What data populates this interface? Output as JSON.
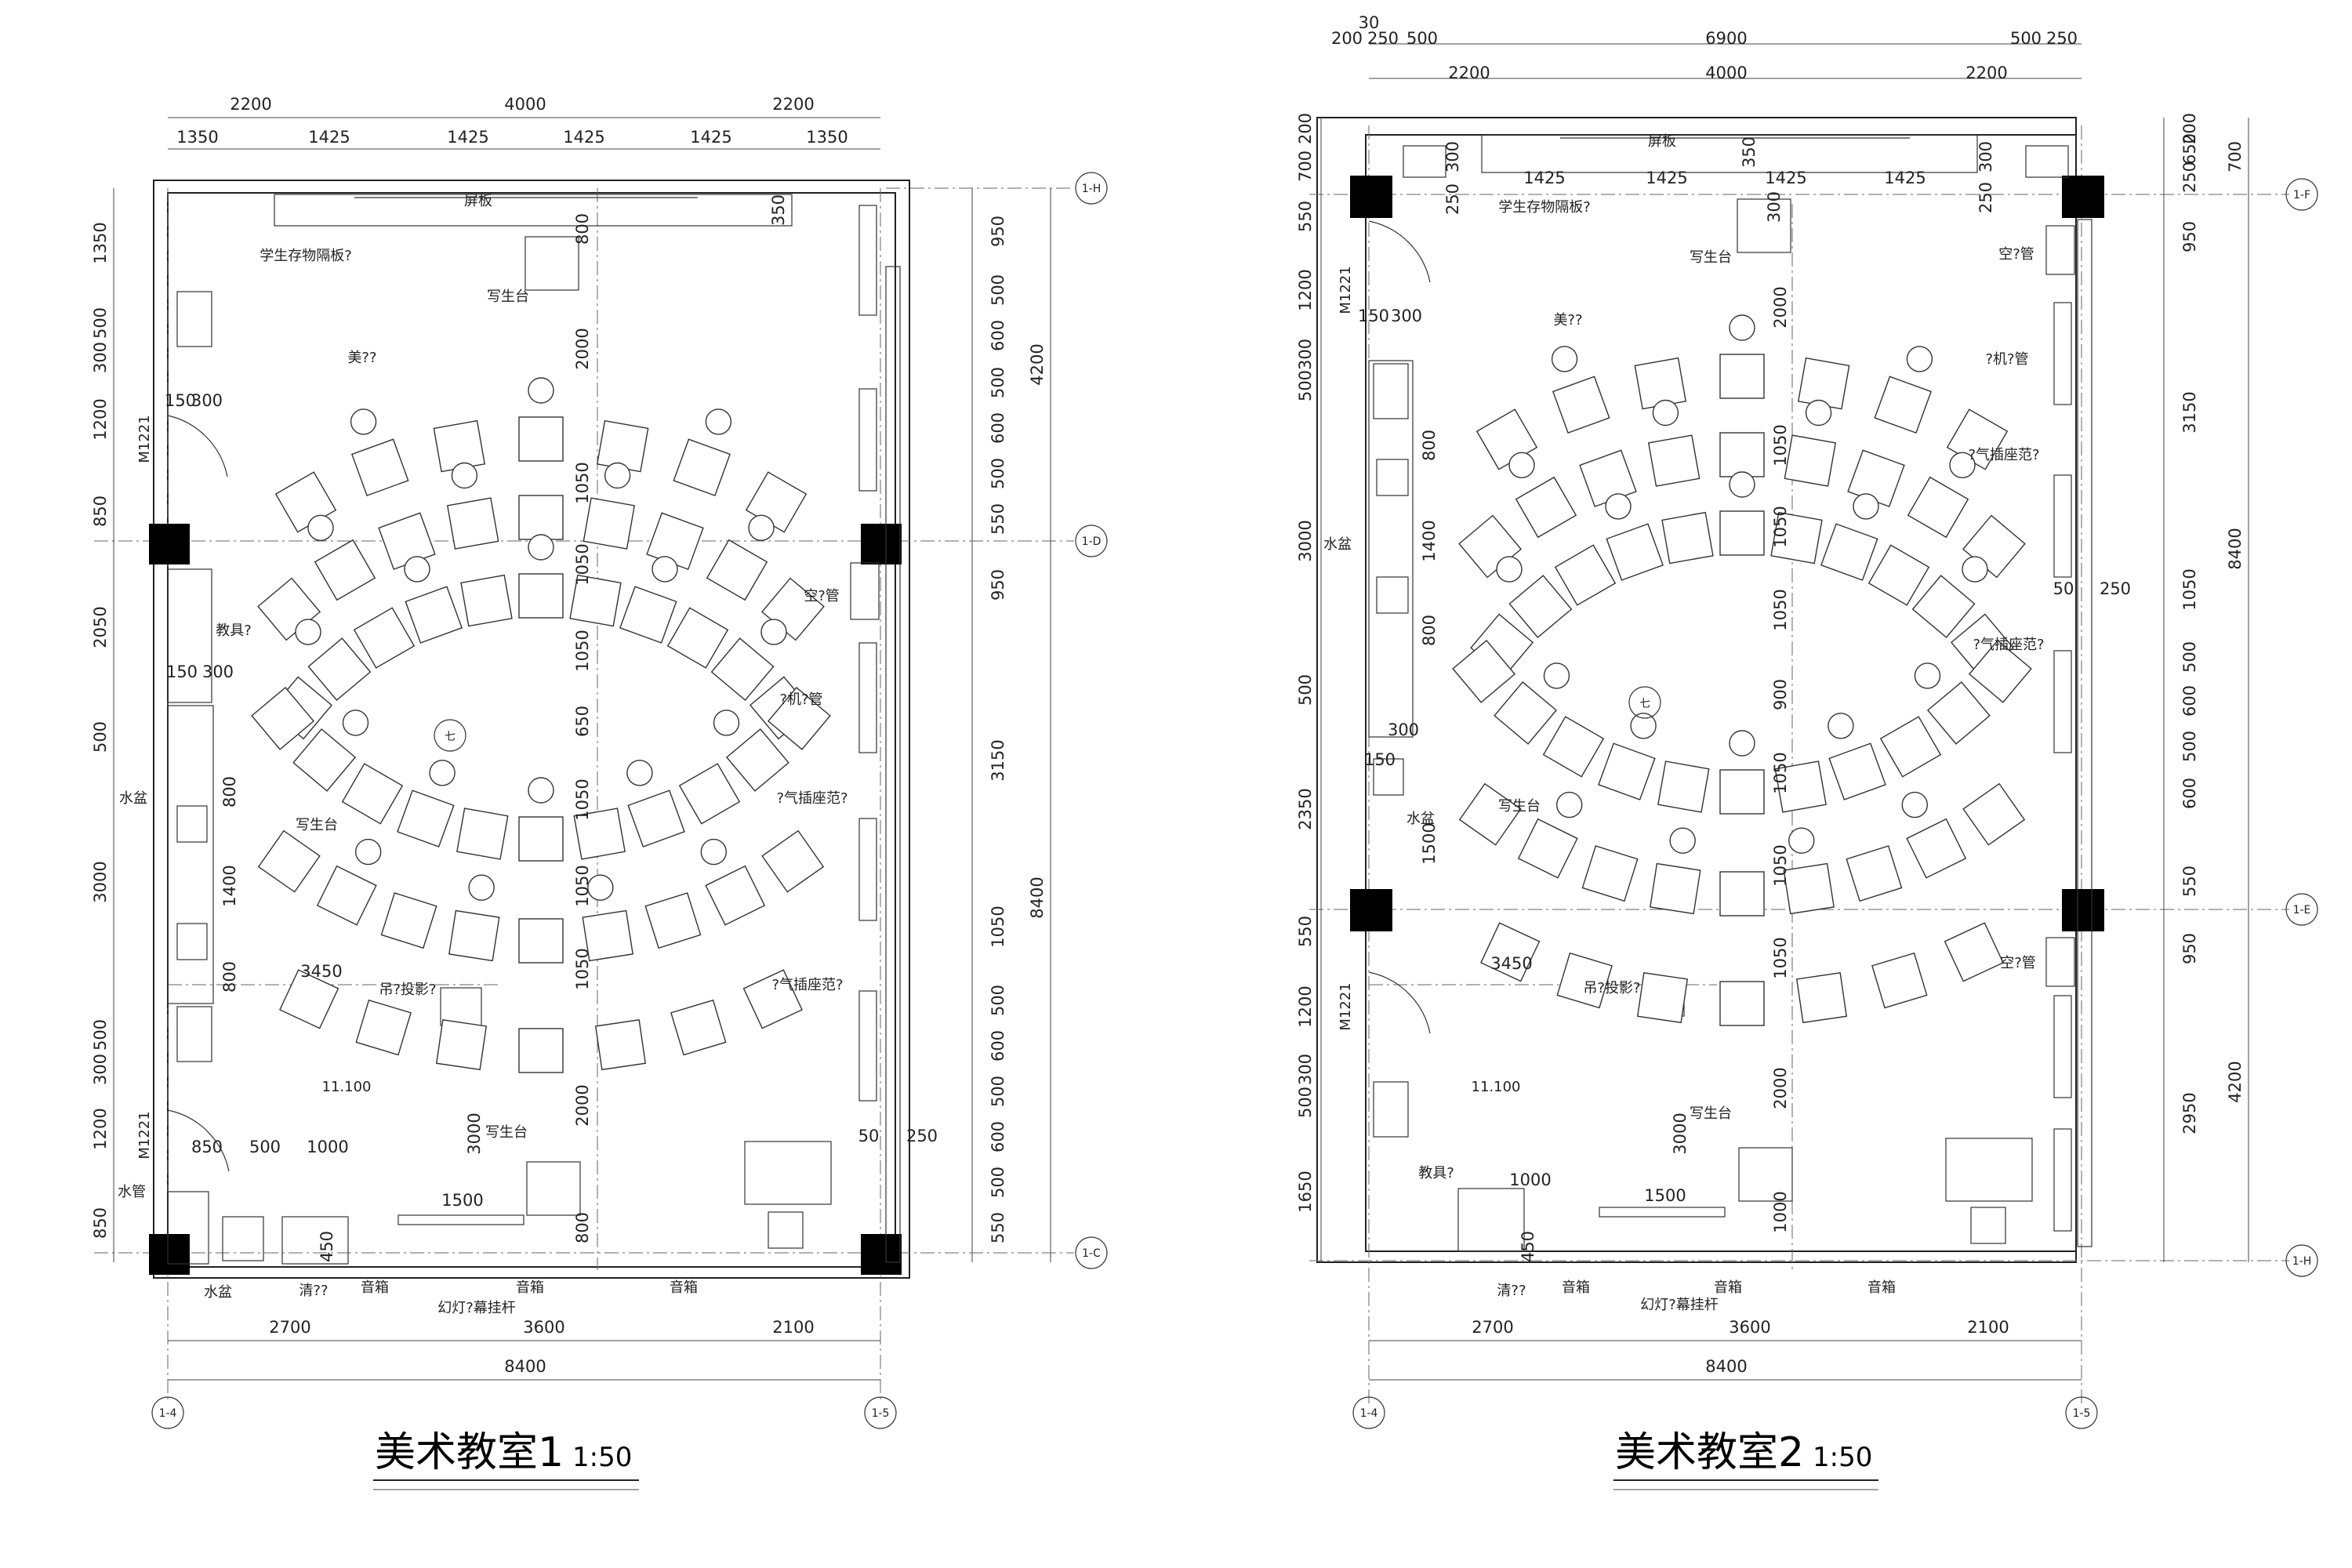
{
  "plans": [
    {
      "title": "美术教室1",
      "scale": "1:50",
      "top_dims_major": [
        "2200",
        "4000",
        "2200"
      ],
      "top_dims_minor": [
        "1350",
        "1425",
        "1425",
        "1425",
        "1425",
        "1350"
      ],
      "bottom_dims_a": [
        "2700",
        "3600",
        "2100"
      ],
      "bottom_dim_total": "8400",
      "left_dims": [
        "1350",
        "500",
        "300",
        "1200",
        "850",
        "2050",
        "500",
        "3000",
        "500",
        "300",
        "1200",
        "850"
      ],
      "right_dims_minor": [
        "950",
        "500",
        "600",
        "500",
        "600",
        "500",
        "550",
        "950",
        "3150",
        "1050",
        "500",
        "600",
        "500",
        "600",
        "500",
        "550"
      ],
      "right_dims_major": [
        "4200",
        "8400"
      ],
      "interior_dims": [
        "150",
        "300",
        "150",
        "300",
        "800",
        "1400",
        "800",
        "800",
        "2000",
        "1050",
        "1050",
        "1050",
        "650",
        "1050",
        "1050",
        "1050",
        "3000",
        "2000",
        "800",
        "3450",
        "350",
        "850",
        "500",
        "1000",
        "450",
        "1500",
        "50",
        "250"
      ],
      "labels": [
        "屏板",
        "学生存物隔板?",
        "写生台",
        "美??",
        "教具?",
        "水盆",
        "写生台",
        "吊?投影?",
        "11.100",
        "写生台",
        "水管",
        "水盆",
        "清??",
        "音箱",
        "幻灯?幕挂杆",
        "音箱",
        "音箱",
        "空?管",
        "?机?管",
        "?气插座范?",
        "?气插座范?",
        "M1221",
        "M1221"
      ],
      "axis_bubbles": [
        "1-H",
        "1-D",
        "1-C",
        "1-4",
        "1-5",
        "七"
      ]
    },
    {
      "title": "美术教室2",
      "scale": "1:50",
      "top_dims_tiny": [
        "30",
        "200",
        "250",
        "500",
        "500",
        "250"
      ],
      "top_dim_total": "6900",
      "top_dims_major": [
        "2200",
        "4000",
        "2200"
      ],
      "top_dims_minor": [
        "1425",
        "1425",
        "1425",
        "1425"
      ],
      "bottom_dims_a": [
        "2700",
        "3600",
        "2100"
      ],
      "bottom_dim_total": "8400",
      "left_dims": [
        "200",
        "700",
        "550",
        "1200",
        "500",
        "300",
        "3000",
        "500",
        "2350",
        "550",
        "1200",
        "500",
        "300",
        "1650"
      ],
      "right_dims_minor": [
        "200",
        "650",
        "250",
        "950",
        "3150",
        "1050",
        "500",
        "600",
        "500",
        "600",
        "550",
        "950",
        "2950"
      ],
      "right_dims_major": [
        "700",
        "8400",
        "4200"
      ],
      "interior_dims": [
        "300",
        "250",
        "350",
        "300",
        "250",
        "300",
        "150",
        "300",
        "800",
        "1400",
        "800",
        "300",
        "150",
        "1500",
        "2000",
        "1050",
        "1050",
        "1050",
        "900",
        "1050",
        "1050",
        "1050",
        "3450",
        "3000",
        "2000",
        "1000",
        "1000",
        "450",
        "1500",
        "50",
        "250"
      ],
      "labels": [
        "屏板",
        "学生存物隔板?",
        "写生台",
        "美??",
        "空?管",
        "?机?管",
        "?气插座范?",
        "水盆",
        "?气插座范?",
        "水盆",
        "写生台",
        "吊?投影?",
        "空?管",
        "11.100",
        "写生台",
        "教具?",
        "清??",
        "音箱",
        "幻灯?幕挂杆",
        "音箱",
        "音箱",
        "M1221",
        "M1221"
      ],
      "axis_bubbles": [
        "1-F",
        "1-E",
        "1-H",
        "1-4",
        "1-5",
        "七"
      ]
    }
  ]
}
